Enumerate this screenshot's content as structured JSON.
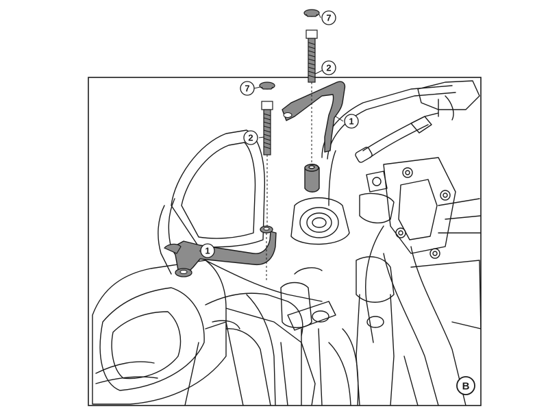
{
  "figure": {
    "view_label": "B",
    "callouts": {
      "screw_cap_top": "7",
      "screw_cap_left": "7",
      "screw_top": "2",
      "screw_left": "2",
      "bracket_right": "1",
      "bracket_left": "1"
    },
    "colors": {
      "line": "#1a1a1a",
      "part_fill": "#8c8c8c",
      "background": "#ffffff"
    }
  }
}
